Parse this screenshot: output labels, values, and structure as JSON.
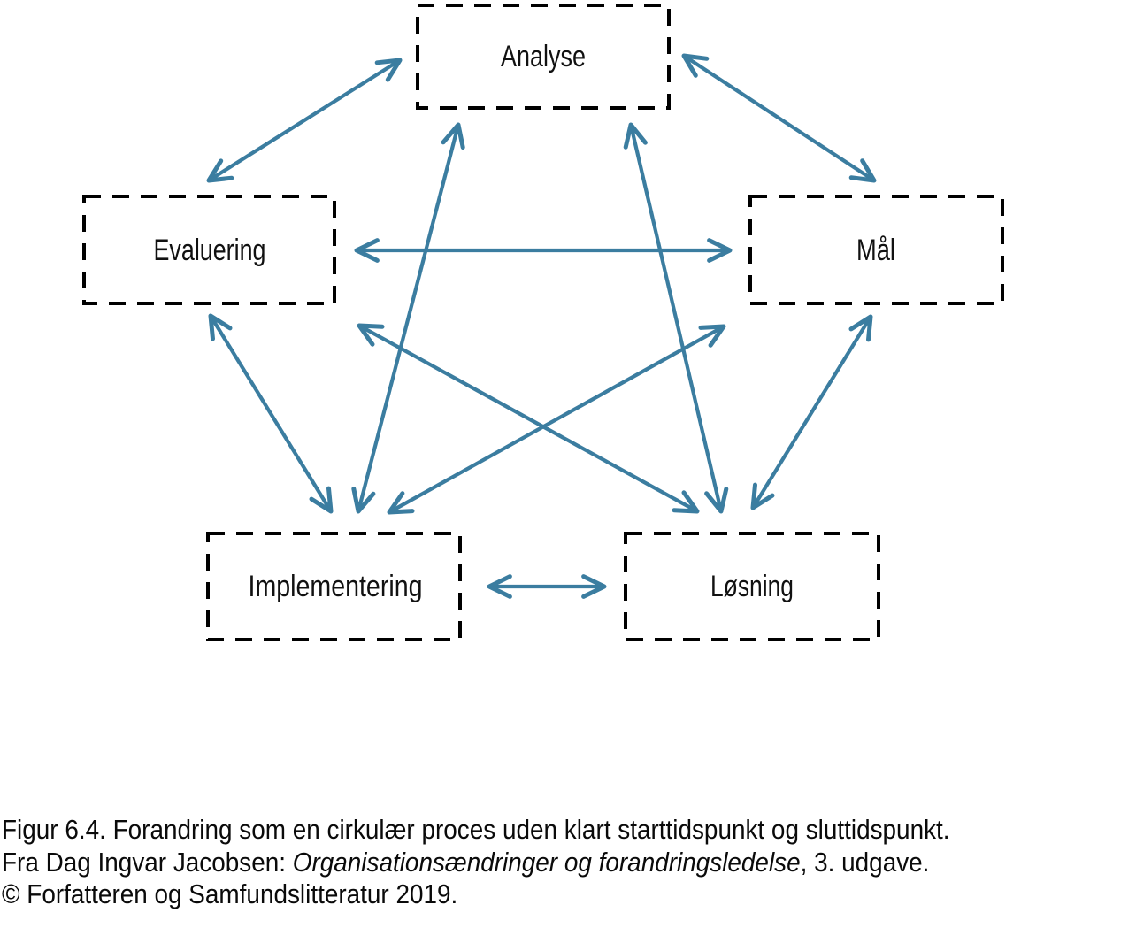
{
  "diagram": {
    "arrow_color": "#3b7da0",
    "box_border_color": "#000000",
    "nodes": [
      {
        "id": "analyse",
        "label": "Analyse"
      },
      {
        "id": "evaluering",
        "label": "Evaluering"
      },
      {
        "id": "maal",
        "label": "Mål"
      },
      {
        "id": "implementering",
        "label": "Implementering"
      },
      {
        "id": "loesning",
        "label": "Løsning"
      }
    ],
    "connections": [
      {
        "from": "analyse",
        "to": "evaluering",
        "bidirectional": true
      },
      {
        "from": "analyse",
        "to": "maal",
        "bidirectional": true
      },
      {
        "from": "analyse",
        "to": "implementering",
        "bidirectional": true
      },
      {
        "from": "analyse",
        "to": "loesning",
        "bidirectional": true
      },
      {
        "from": "evaluering",
        "to": "maal",
        "bidirectional": true
      },
      {
        "from": "evaluering",
        "to": "implementering",
        "bidirectional": true
      },
      {
        "from": "evaluering",
        "to": "loesning",
        "bidirectional": true
      },
      {
        "from": "maal",
        "to": "implementering",
        "bidirectional": true
      },
      {
        "from": "maal",
        "to": "loesning",
        "bidirectional": true
      },
      {
        "from": "implementering",
        "to": "loesning",
        "bidirectional": true
      }
    ]
  },
  "caption": {
    "figure_label": "Figur 6.4. Forandring som en cirkulær proces uden klart starttidspunkt og sluttidspunkt.",
    "source_prefix": "Fra Dag Ingvar Jacobsen: ",
    "source_title": "Organisationsændringer og forandringsledelse",
    "source_suffix": ", 3. udgave.",
    "copyright": "© Forfatteren og Samfundslitteratur 2019."
  }
}
